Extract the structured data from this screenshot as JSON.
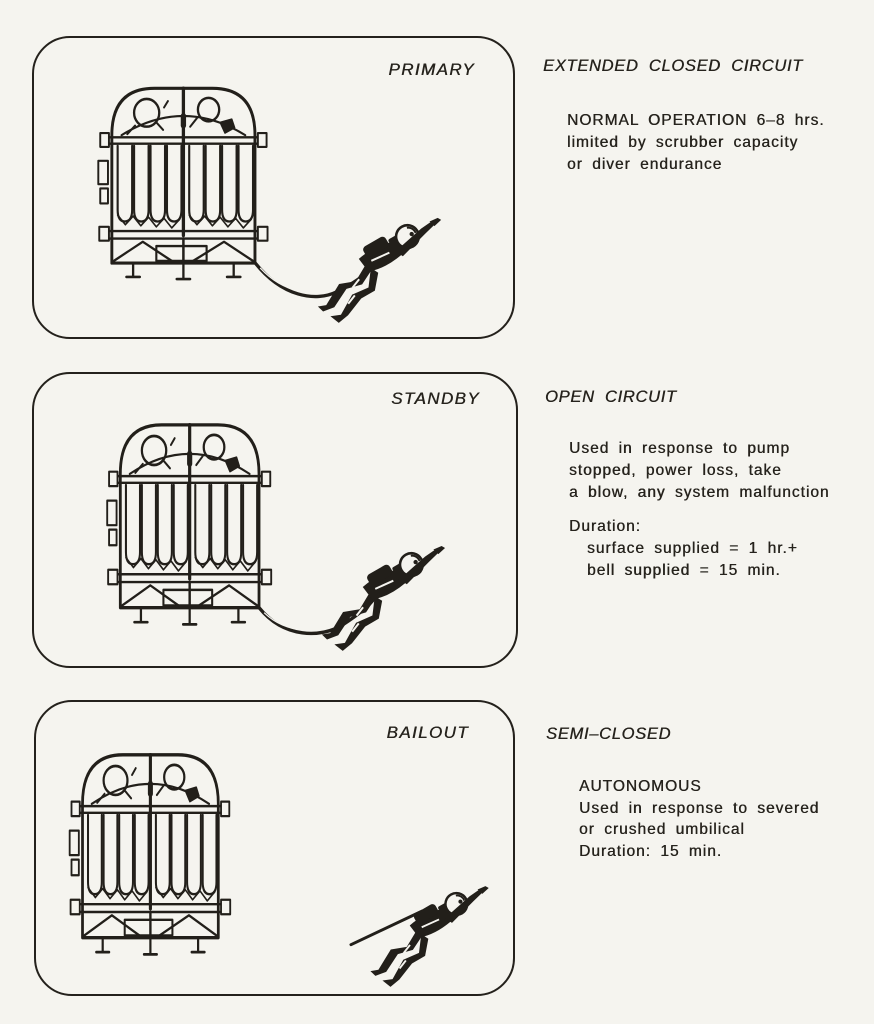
{
  "figure": {
    "colors": {
      "ink": "#221f1a",
      "paper": "#f5f4ef"
    },
    "panels": [
      {
        "label": "PRIMARY",
        "heading": "EXTENDED CLOSED CIRCUIT",
        "body": [
          "NORMAL OPERATION 6–8 hrs.",
          "limited by scrubber capacity",
          "or diver endurance"
        ]
      },
      {
        "label": "STANDBY",
        "heading": "OPEN CIRCUIT",
        "body": [
          "Used in response to pump",
          "stopped, power loss, take",
          "a blow, any system malfunction"
        ],
        "duration_label": "Duration:",
        "duration_lines": [
          "surface supplied = 1 hr.+",
          "bell supplied = 15 min."
        ]
      },
      {
        "label": "BAILOUT",
        "heading": "SEMI–CLOSED",
        "body": [
          "AUTONOMOUS",
          "Used in response to severed",
          "or crushed umbilical",
          "Duration: 15 min."
        ]
      }
    ]
  }
}
